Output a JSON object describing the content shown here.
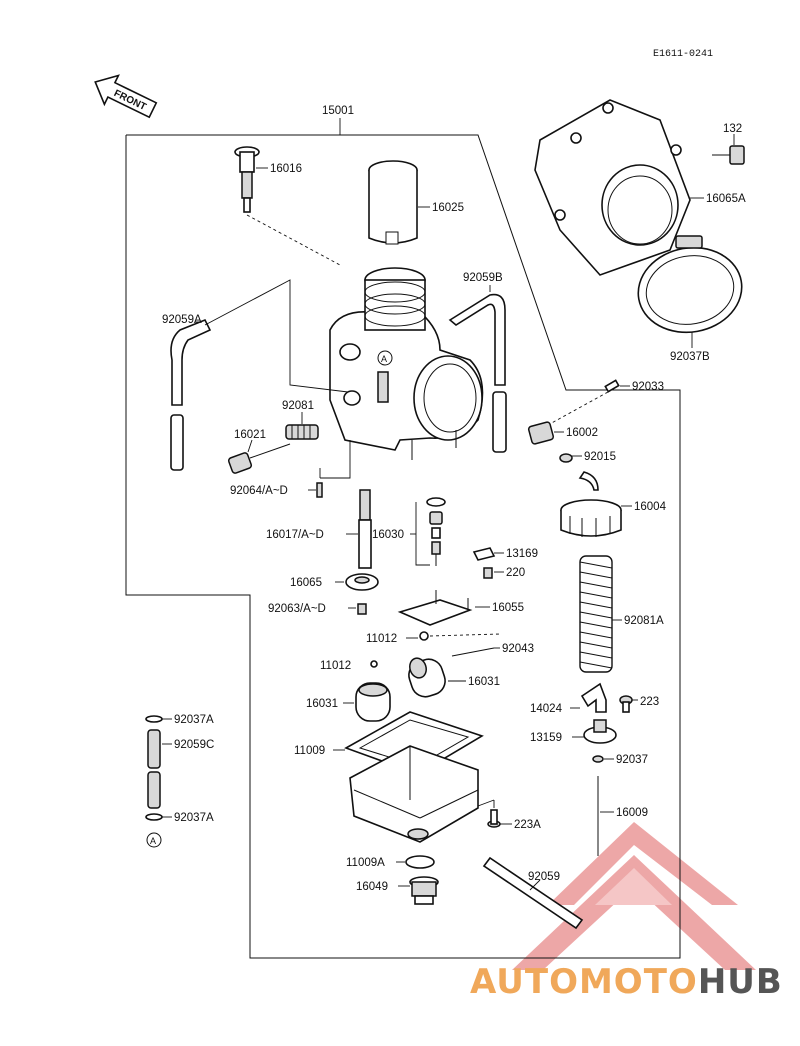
{
  "drawing_code": "E1611-0241",
  "front_label": "FRONT",
  "callout_A": "A",
  "parts": {
    "p15001": "15001",
    "p16016": "16016",
    "p16025": "16025",
    "p92059A": "92059A",
    "p92059B": "92059B",
    "p92081": "92081",
    "p16021": "16021",
    "p92064": "92064/A~D",
    "p16017": "16017/A~D",
    "p16030": "16030",
    "p16065": "16065",
    "p92063": "92063/A~D",
    "p16055": "16055",
    "p11012a": "11012",
    "p92043": "92043",
    "p11012b": "11012",
    "p16031a": "16031",
    "p16031b": "16031",
    "p11009": "11009",
    "p223A": "223A",
    "p11009A": "11009A",
    "p16049": "16049",
    "p92059": "92059",
    "p92037A_top": "92037A",
    "p92059C": "92059C",
    "p92037A_bot": "92037A",
    "p132": "132",
    "p16065A": "16065A",
    "p92037B": "92037B",
    "p92033": "92033",
    "p16002": "16002",
    "p92015": "92015",
    "p16004": "16004",
    "p13169": "13169",
    "p220": "220",
    "p92081A": "92081A",
    "p14024": "14024",
    "p223": "223",
    "p13159": "13159",
    "p92037": "92037",
    "p16009": "16009"
  },
  "watermark": {
    "part1": "AUTOMOTO",
    "part2": "HUB",
    "color1": "#f0a85a",
    "color2": "#555555",
    "triangle_color": "#e88a8a"
  }
}
